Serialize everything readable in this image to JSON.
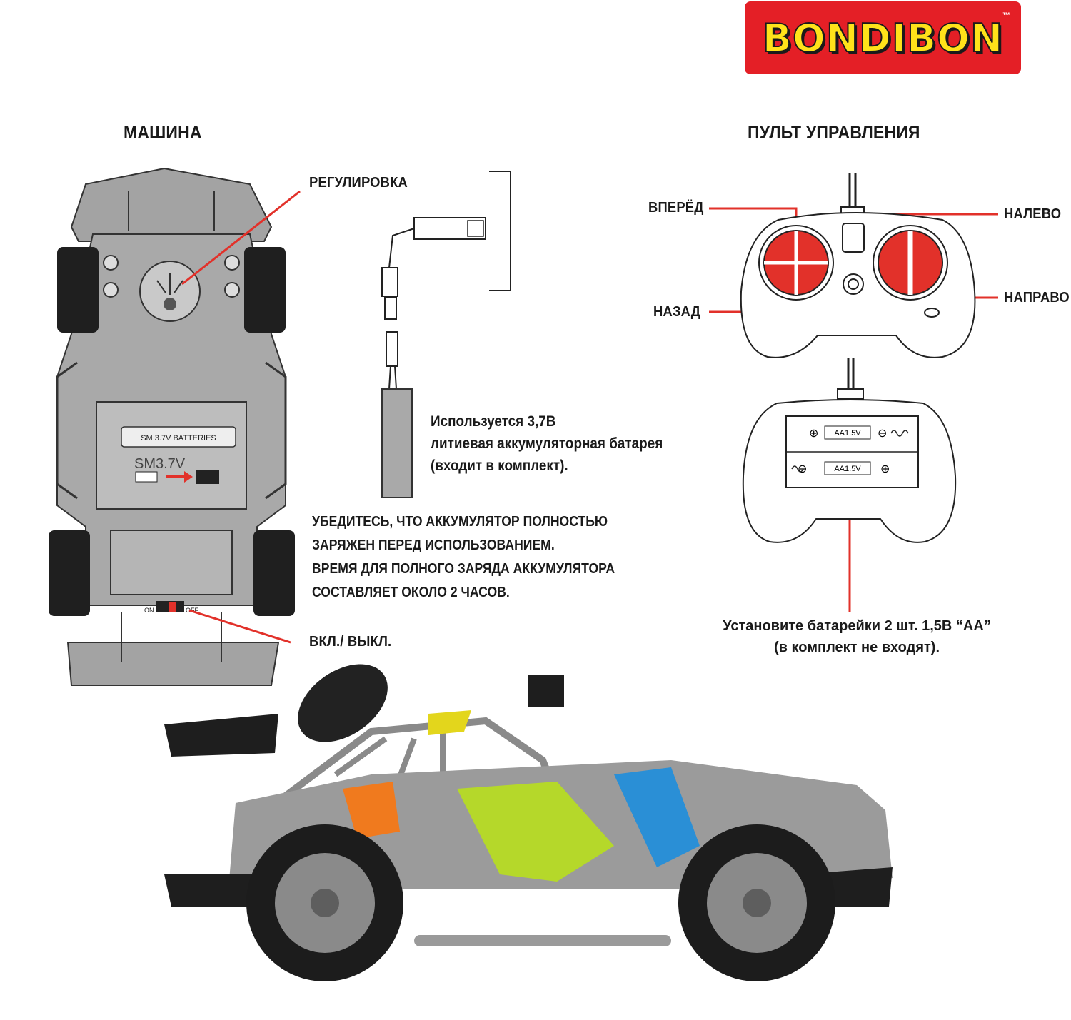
{
  "brand": {
    "logo_text": "BONDIBON",
    "tm": "™",
    "logo_bg": "#e41f26",
    "logo_fg": "#ffe21a"
  },
  "car_section": {
    "title": "МАШИНА",
    "label_adjust": "РЕГУЛИРОВКА",
    "label_switch": "ВКЛ./ ВЫКЛ.",
    "battery_sticker": "SM 3.7V BATTERIES",
    "battery_model": "SM3.7V",
    "switch_on": "ON",
    "switch_off": "OFF"
  },
  "battery_info": {
    "lines": [
      "Используется 3,7В",
      "литиевая аккумуляторная батарея",
      "(входит в комплект)."
    ]
  },
  "charge_info": {
    "lines": [
      "УБЕДИТЕСЬ, ЧТО АККУМУЛЯТОР ПОЛНОСТЬЮ",
      "ЗАРЯЖЕН ПЕРЕД ИСПОЛЬЗОВАНИЕМ.",
      "ВРЕМЯ ДЛЯ ПОЛНОГО ЗАРЯДА АККУМУЛЯТОРА",
      "СОСТАВЛЯЕТ ОКОЛО 2 ЧАСОВ."
    ]
  },
  "remote_section": {
    "title": "ПУЛЬТ УПРАВЛЕНИЯ",
    "forward": "ВПЕРЁД",
    "back": "НАЗАД",
    "left": "НАЛЕВО",
    "right": "НАПРАВО",
    "cell_label": "AA1.5V",
    "plus": "⊕",
    "minus": "⊖",
    "battery_note": [
      "Установите батарейки 2 шт. 1,5В “АА”",
      "(в комплект не входят)."
    ]
  },
  "colors": {
    "accent_red": "#e2312a",
    "car_green": "#b5d82a",
    "car_orange": "#f07a1e",
    "car_blue": "#2a8fd6",
    "chassis_grey": "#9a9a9a"
  }
}
